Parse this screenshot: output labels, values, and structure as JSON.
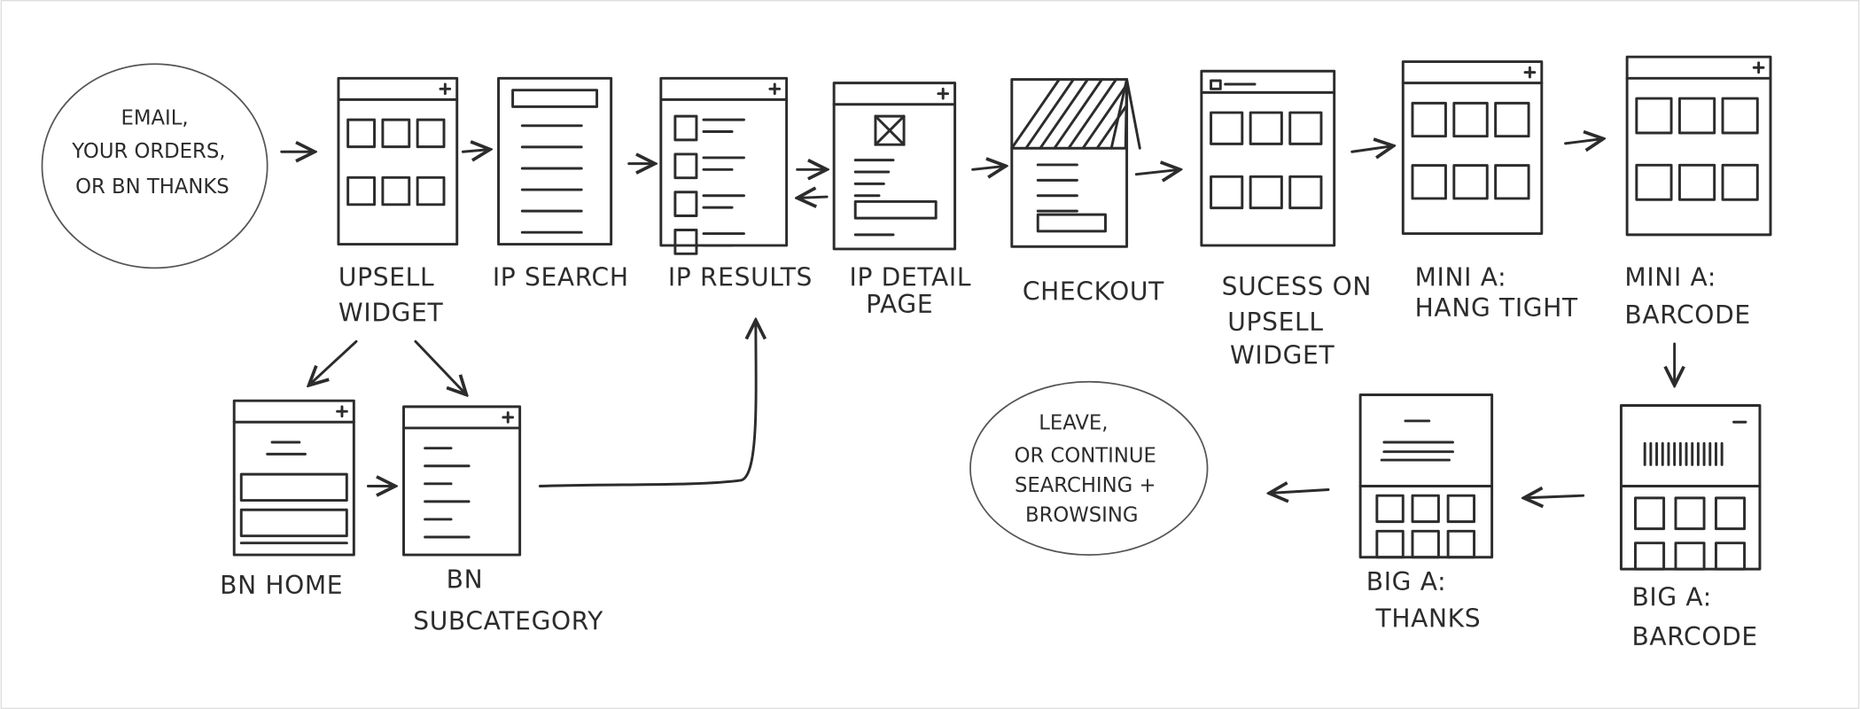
{
  "entry": {
    "lines": [
      "EMAIL,",
      "YOUR ORDERS,",
      "OR BN THANKS"
    ]
  },
  "exit": {
    "lines": [
      "LEAVE,",
      "OR CONTINUE",
      "SEARCHING +",
      "BROWSING"
    ]
  },
  "screens": [
    {
      "id": "upsell-widget",
      "label": [
        "UPSELL",
        "WIDGET"
      ]
    },
    {
      "id": "ip-search",
      "label": [
        "IP SEARCH"
      ]
    },
    {
      "id": "ip-results",
      "label": [
        "IP RESULTS"
      ]
    },
    {
      "id": "ip-detail-page",
      "label": [
        "IP DETAIL",
        "PAGE"
      ]
    },
    {
      "id": "checkout",
      "label": [
        "CHECKOUT"
      ]
    },
    {
      "id": "success-upsell",
      "label": [
        "SUCESS ON",
        "UPSELL",
        "WIDGET"
      ]
    },
    {
      "id": "mini-a-hang-tight",
      "label": [
        "MINI A:",
        "HANG TIGHT"
      ]
    },
    {
      "id": "mini-a-barcode",
      "label": [
        "MINI A:",
        "BARCODE"
      ]
    },
    {
      "id": "bn-home",
      "label": [
        "BN HOME"
      ]
    },
    {
      "id": "bn-subcategory",
      "label": [
        "BN",
        "SUBCATEGORY"
      ]
    },
    {
      "id": "big-a-thanks",
      "label": [
        "BIG A:",
        "THANKS"
      ]
    },
    {
      "id": "big-a-barcode",
      "label": [
        "BIG A:",
        "BARCODE"
      ]
    }
  ]
}
